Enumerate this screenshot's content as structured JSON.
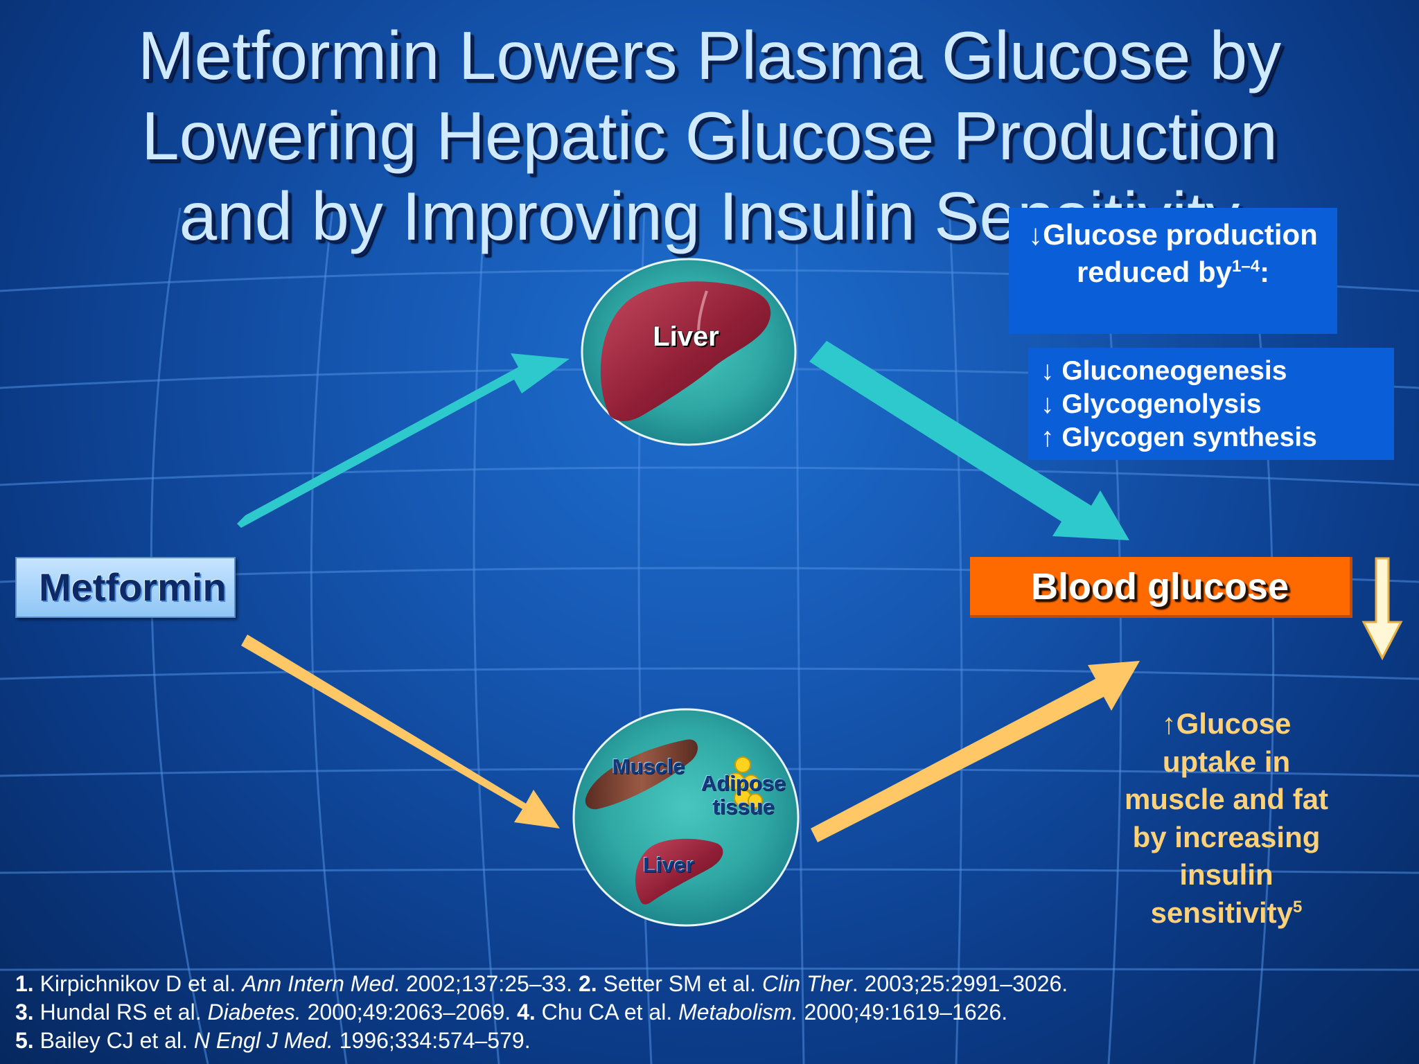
{
  "title": {
    "line1": "Metformin Lowers Plasma Glucose by",
    "line2": "Lowering Hepatic Glucose Production",
    "line3": "and by Improving Insulin Sensitivity"
  },
  "glucose_production": {
    "text": "↓Glucose production reduced by",
    "superscript": "1–4",
    "suffix": ":"
  },
  "hepatic_effects": [
    "↓ Gluconeogenesis",
    "↓ Glycogenolysis",
    "↑ Glycogen synthesis"
  ],
  "nodes": {
    "metformin": "Metformin",
    "blood_glucose": "Blood glucose",
    "liver_top": "Liver",
    "muscle": "Muscle",
    "adipose_line1": "Adipose",
    "adipose_line2": "tissue",
    "liver_bottom": "Liver"
  },
  "glucose_uptake": {
    "text": "↑Glucose uptake in muscle and fat by increasing insulin sensitivity",
    "superscript": "5"
  },
  "references": [
    [
      {
        "b": "1. "
      },
      {
        "t": "Kirpichnikov D et al. "
      },
      {
        "i": "Ann Intern Med"
      },
      {
        "t": ". 2002;137:25–33. "
      },
      {
        "b": "2. "
      },
      {
        "t": "Setter SM et al. "
      },
      {
        "i": "Clin Ther"
      },
      {
        "t": ". 2003;25:2991–3026."
      }
    ],
    [
      {
        "b": "3. "
      },
      {
        "t": "Hundal RS et al. "
      },
      {
        "i": "Diabetes."
      },
      {
        "t": " 2000;49:2063–2069. "
      },
      {
        "b": "4. "
      },
      {
        "t": "Chu CA et al. "
      },
      {
        "i": "Metabolism."
      },
      {
        "t": " 2000;49:1619–1626."
      }
    ],
    [
      {
        "b": "5. "
      },
      {
        "t": "Bailey CJ et al. "
      },
      {
        "i": "N Engl J Med."
      },
      {
        "t": " 1996;334:574–579."
      }
    ]
  ],
  "colors": {
    "hepatic_arrow": "#2ec9cc",
    "peripheral_arrow": "#ffc766",
    "blood_glucose_box": "#ff6a00",
    "info_box": "#0a5ed8",
    "title_text": "#cfeaff",
    "uptake_text": "#ffd27a",
    "decrease_arrow": "#fff7d6"
  }
}
